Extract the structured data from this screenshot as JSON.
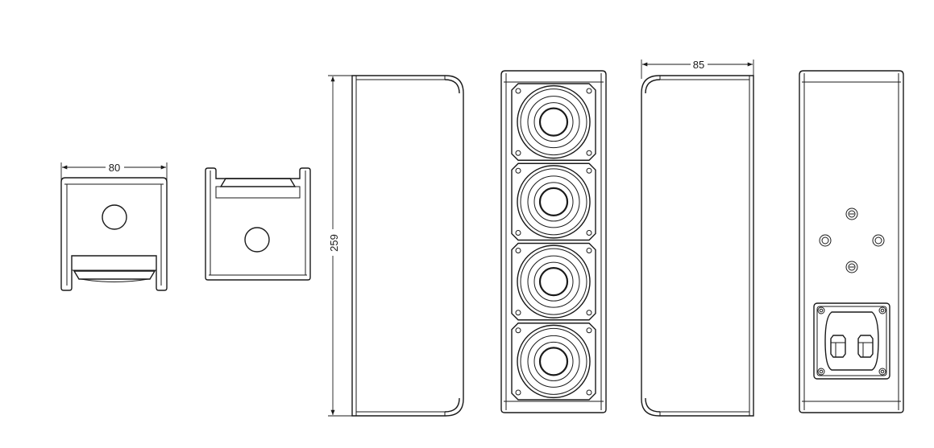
{
  "drawing": {
    "views": [
      {
        "id": "top-view",
        "dimension": "80"
      },
      {
        "id": "bottom-view"
      },
      {
        "id": "side-view-left",
        "dimension": "259"
      },
      {
        "id": "front-view",
        "driver_count": 4
      },
      {
        "id": "side-view-right",
        "dimension": "85"
      },
      {
        "id": "rear-view"
      }
    ]
  },
  "dims": {
    "width": "80",
    "height": "259",
    "depth": "85"
  },
  "colors": {
    "line": "#1a1a1a",
    "background": "#ffffff"
  }
}
